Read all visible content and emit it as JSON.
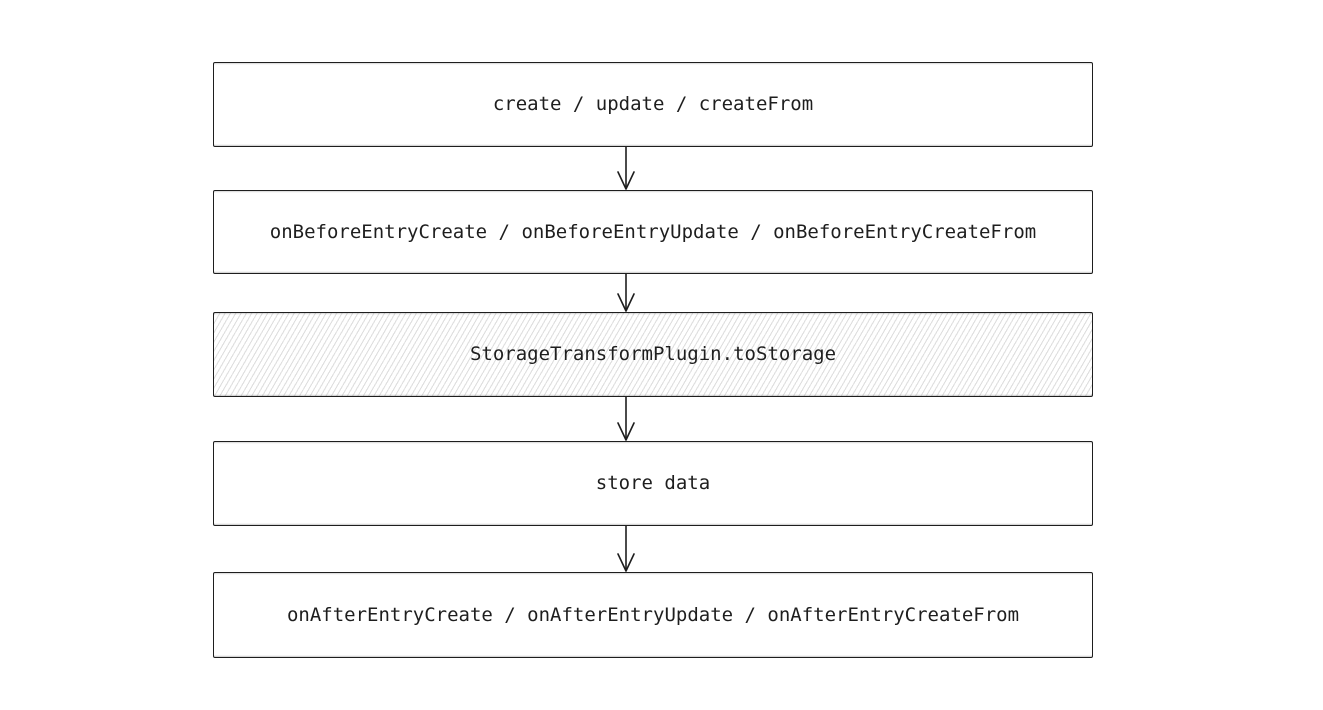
{
  "diagram": {
    "type": "flowchart",
    "background_color": "#ffffff",
    "stroke_color": "#1e1e1e",
    "hatch_fill_color": "#e1e1e1",
    "nodes": [
      {
        "id": "actions",
        "label": "create / update / createFrom",
        "fill": "white"
      },
      {
        "id": "before-hooks",
        "label": "onBeforeEntryCreate / onBeforeEntryUpdate / onBeforeEntryCreateFrom",
        "fill": "white"
      },
      {
        "id": "storage-transform",
        "label": "StorageTransformPlugin.toStorage",
        "fill": "hachure"
      },
      {
        "id": "store-data",
        "label": "store data",
        "fill": "white"
      },
      {
        "id": "after-hooks",
        "label": "onAfterEntryCreate / onAfterEntryUpdate / onAfterEntryCreateFrom",
        "fill": "white"
      }
    ],
    "connectors": [
      {
        "from": "actions",
        "to": "before-hooks",
        "direction": "down",
        "arrowhead": "open-v"
      },
      {
        "from": "before-hooks",
        "to": "storage-transform",
        "direction": "down",
        "arrowhead": "open-v"
      },
      {
        "from": "storage-transform",
        "to": "store-data",
        "direction": "down",
        "arrowhead": "open-v"
      },
      {
        "from": "store-data",
        "to": "after-hooks",
        "direction": "down",
        "arrowhead": "open-v"
      }
    ]
  }
}
